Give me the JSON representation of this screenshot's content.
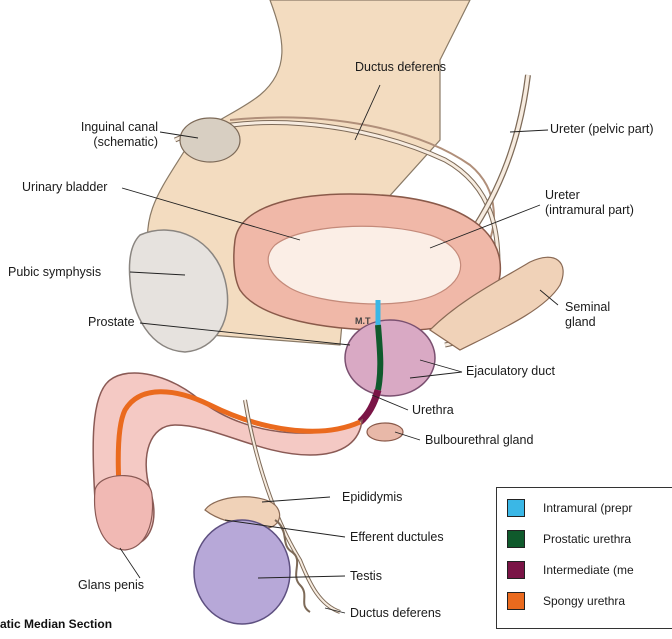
{
  "labels": {
    "ductus_deferens_top": "Ductus deferens",
    "inguinal_canal": "Inguinal canal\n(schematic)",
    "ureter_pelvic": "Ureter (pelvic part)",
    "urinary_bladder": "Urinary bladder",
    "ureter_intramural": "Ureter\n(intramural part)",
    "pubic_symphysis": "Pubic symphysis",
    "seminal_gland": "Seminal\ngland",
    "prostate": "Prostate",
    "ejaculatory_duct": "Ejaculatory duct",
    "urethra": "Urethra",
    "bulbourethral_gland": "Bulbourethral gland",
    "epididymis": "Epididymis",
    "efferent_ductules": "Efferent ductules",
    "testis": "Testis",
    "glans_penis": "Glans penis",
    "ductus_deferens_bottom": "Ductus deferens",
    "artist_mark": "M.T"
  },
  "caption": "atic Median Section",
  "legend": {
    "items": [
      {
        "label": "Intramural (prepr",
        "color": "#3ab7e6"
      },
      {
        "label": "Prostatic urethra",
        "color": "#0f5a2c"
      },
      {
        "label": "Intermediate (me",
        "color": "#7a1446"
      },
      {
        "label": "Spongy urethra",
        "color": "#ea6a1e"
      }
    ]
  },
  "colors": {
    "skin": "#f3dcc0",
    "bladder_wall": "#f0b8a8",
    "bladder_lumen": "#fbeee6",
    "prostate": "#d9a9c4",
    "pubic_bone": "#e6e2de",
    "testis": "#b7a8d8",
    "penis": "#f4c9c4"
  }
}
